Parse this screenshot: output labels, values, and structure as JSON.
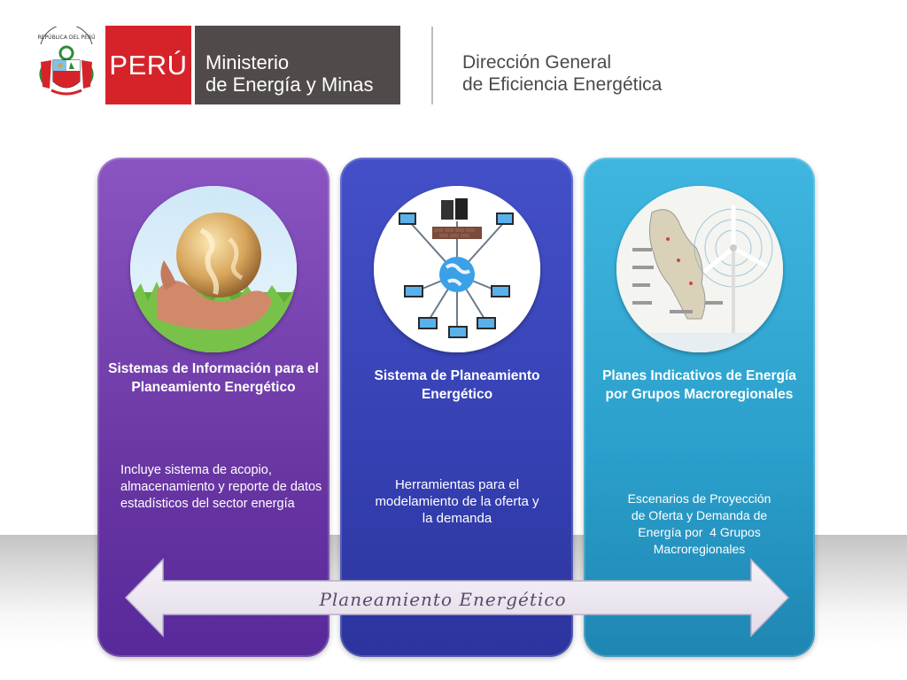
{
  "header": {
    "crest_text": "REPÚBLICA DEL PERÚ",
    "country": "PERÚ",
    "ministry_line1": "Ministerio",
    "ministry_line2": "de Energía y Minas",
    "directorate_line1": "Dirección General",
    "directorate_line2": "de Eficiencia Energética"
  },
  "cards": [
    {
      "title": "Sistemas de Información para el Planeamiento Energético",
      "description_lines": [
        "Incluye sistema de acopio,",
        "almacenamiento y reporte de datos",
        "estadísticos del sector energía"
      ],
      "image_icon": "globe-in-hand-icon",
      "color": "#6a37a4"
    },
    {
      "title": "Sistema de Planeamiento Energético",
      "description_lines": [
        "Herramientas para el",
        "modelamiento de la oferta y",
        "la demanda"
      ],
      "image_icon": "computer-network-icon",
      "color": "#3540b2"
    },
    {
      "title": "Planes Indicativos de Energía por Grupos Macroregionales",
      "description_lines": [
        "Escenarios de Proyección",
        "de Oferta y Demanda de",
        "Energía por  4 Grupos",
        "Macroregionales"
      ],
      "image_icon": "map-wind-turbine-icon",
      "color": "#2a9fcb"
    }
  ],
  "arrow": {
    "label": "Planeamiento Energético"
  },
  "colors": {
    "brand_red": "#d6232a",
    "ministry_gray": "#504b4a",
    "card_purple": "#6a37a4",
    "card_blue": "#3540b2",
    "card_cyan": "#2a9fcb"
  }
}
